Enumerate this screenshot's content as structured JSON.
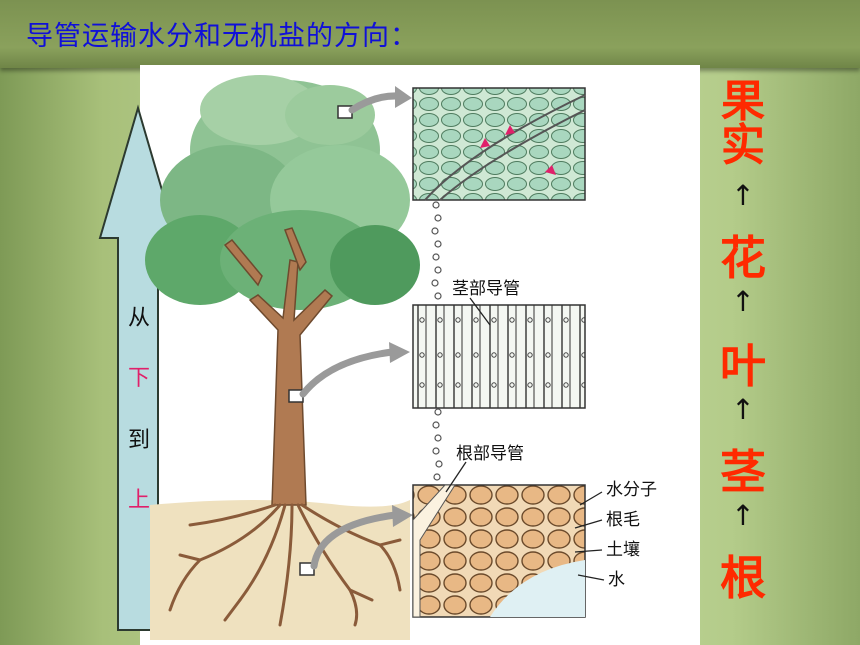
{
  "title": "导管运输水分和无机盐的方向：",
  "direction": {
    "chars": [
      "从",
      "下",
      "到",
      "上"
    ],
    "colors": [
      "#111111",
      "#e0206a",
      "#111111",
      "#e0206a"
    ]
  },
  "diagram_labels": {
    "stem_vessel": "茎部导管",
    "root_vessel": "根部导管",
    "water_molecule": "水分子",
    "root_hair": "根毛",
    "soil": "土壤",
    "water": "水"
  },
  "flow": {
    "words": [
      "果实",
      "花",
      "叶",
      "茎",
      "根"
    ],
    "arrow_glyph": "↑"
  },
  "colors": {
    "title": "#1010d8",
    "flow_word": "#ff2a00",
    "arrow_fill": "#b8dce0",
    "arrow_stroke": "#2c3a30"
  }
}
